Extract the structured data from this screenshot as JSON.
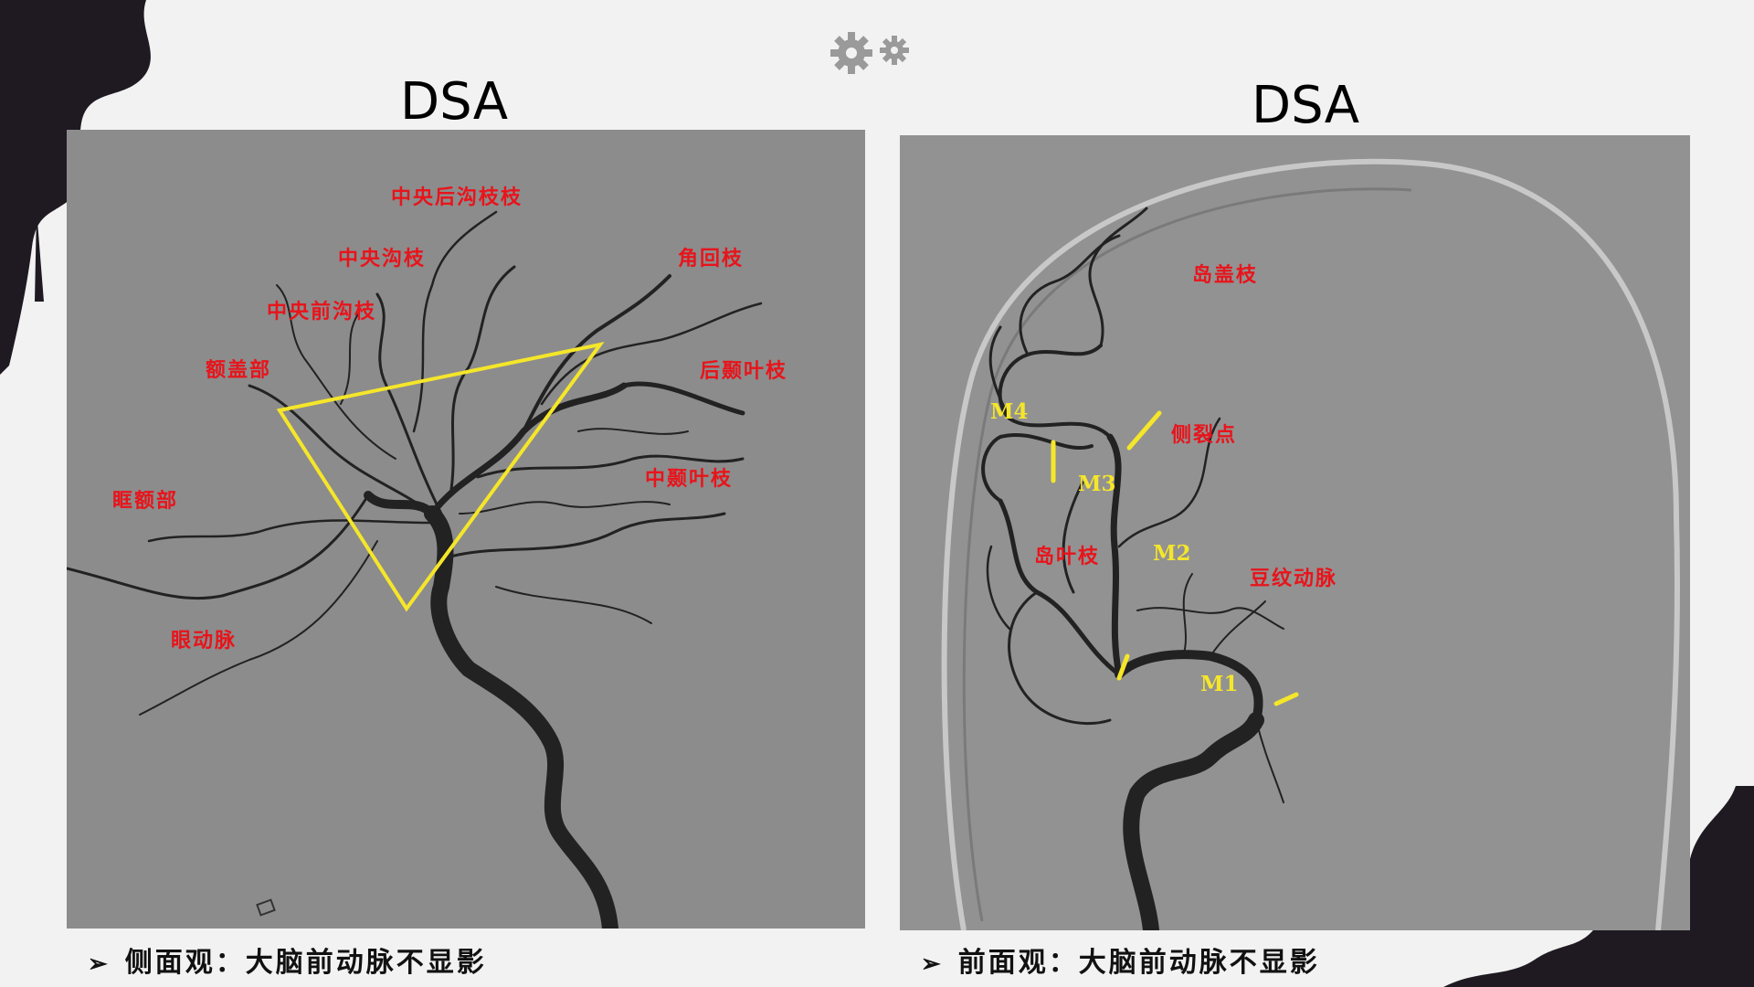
{
  "slide": {
    "left_title": "DSA",
    "right_title": "DSA",
    "header_icon": "gears-icon"
  },
  "left_panel": {
    "view": "lateral",
    "labels": [
      "中央后沟枝枝",
      "中央沟枝",
      "角回枝",
      "中央前沟枝",
      "额盖部",
      "后颞叶枝",
      "中颞叶枝",
      "眶额部",
      "眼动脉"
    ]
  },
  "right_panel": {
    "view": "frontal",
    "red_labels": [
      "岛盖枝",
      "侧裂点",
      "岛叶枝",
      "豆纹动脉"
    ],
    "segment_labels": [
      "M4",
      "M3",
      "M2",
      "M1"
    ]
  },
  "captions": {
    "left": "侧面观：大脑前动脉不显影",
    "right": "前面观：大脑前动脉不显影",
    "bullet_icon": "arrow-bullet-icon"
  },
  "colors": {
    "label_red": "#e8141b",
    "annotation_yellow": "#f5e62a",
    "image_gray": "#8c8c8c"
  }
}
